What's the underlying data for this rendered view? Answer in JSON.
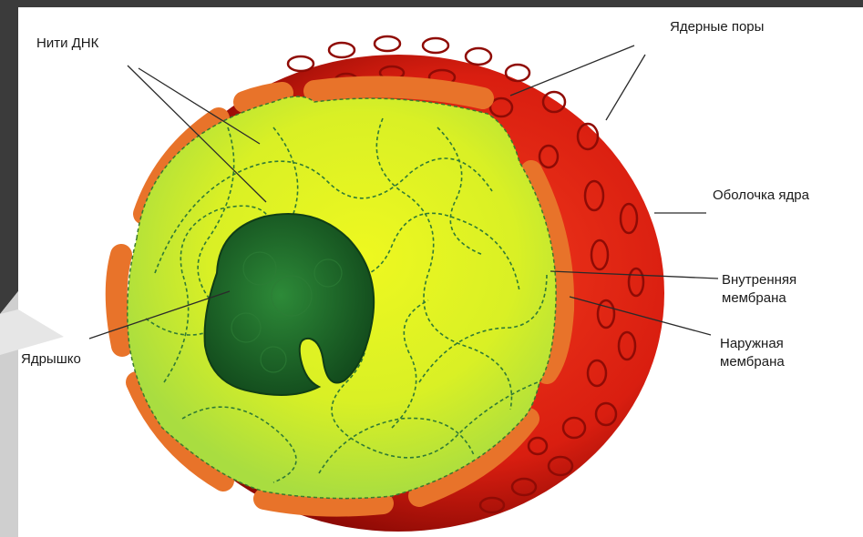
{
  "labels": {
    "dna_strands": "Нити ДНК",
    "nuclear_pores": "Ядерные поры",
    "nuclear_envelope": "Оболочка ядра",
    "inner_membrane_l1": "Внутренняя",
    "inner_membrane_l2": "мембрана",
    "outer_membrane_l1": "Наружная",
    "outer_membrane_l2": "мембрана",
    "nucleolus": "Ядрышко"
  },
  "colors": {
    "slide_bar": "#3b3b3b",
    "frame_gray": "#cfcfcf",
    "envelope_red": "#d91e10",
    "envelope_dark": "#a40c06",
    "membrane_orange": "#f07a2c",
    "nucleoplasm_yellow": "#e6f51c",
    "nucleoplasm_green": "#b8e63a",
    "nucleolus_green": "#1f6b2c",
    "dna_line": "#2f7a35",
    "pore_fill": "#c51508"
  }
}
